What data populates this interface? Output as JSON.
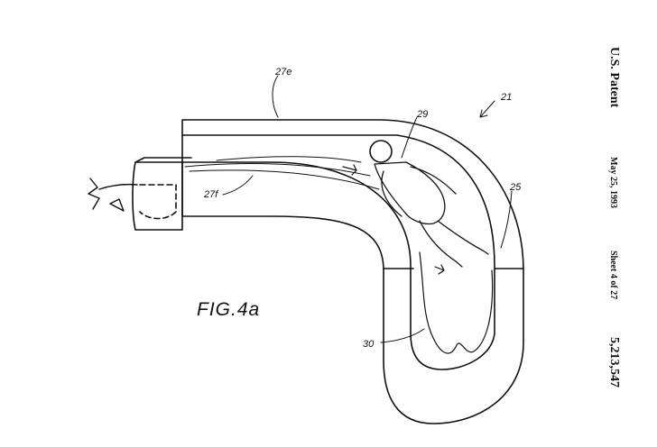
{
  "header": {
    "title": "U.S. Patent",
    "date": "May 25, 1993",
    "sheet": "Sheet 4 of 27",
    "patent_number": "5,213,547"
  },
  "figure": {
    "label": "FIG.4a",
    "references": {
      "ref_21": "21",
      "ref_25": "25",
      "ref_27e": "27e",
      "ref_27f": "27f",
      "ref_29": "29",
      "ref_30": "30"
    }
  }
}
